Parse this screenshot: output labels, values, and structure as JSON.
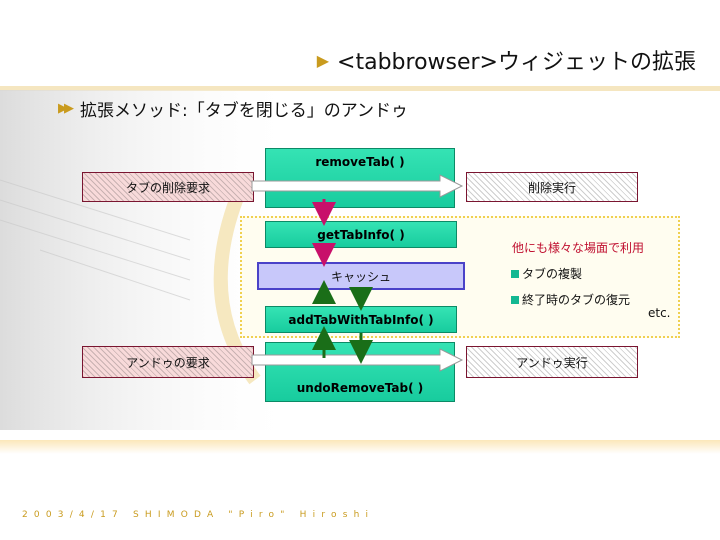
{
  "title": "<tabbrowser>ウィジェットの拡張",
  "subtitle": "拡張メソッド:「タブを閉じる」のアンドゥ",
  "left_requests": {
    "top": "タブの削除要求",
    "bottom": "アンドゥの要求"
  },
  "right_results": {
    "top": "削除実行",
    "bottom": "アンドゥ実行"
  },
  "methods": {
    "remove_tab": "removeTab( )",
    "get_tab_info": "getTabInfo( )",
    "add_tab_with_info": "addTabWithTabInfo( )",
    "undo_remove_tab": "undoRemoveTab( )"
  },
  "cache": "キャッシュ",
  "other_uses": {
    "heading": "他にも様々な場面で利用",
    "items": [
      "タブの複製",
      "終了時のタブの復元"
    ],
    "etc": "etc."
  },
  "footer": "2003/4/17  SHIMODA  \"Piro\"  Hiroshi",
  "colors": {
    "accent_gold": "#c99b1e",
    "method_green": "#1ed6a6",
    "cache_purple": "#4a42c8",
    "arrow_magenta": "#c8106a",
    "arrow_green": "#1a6e18"
  }
}
